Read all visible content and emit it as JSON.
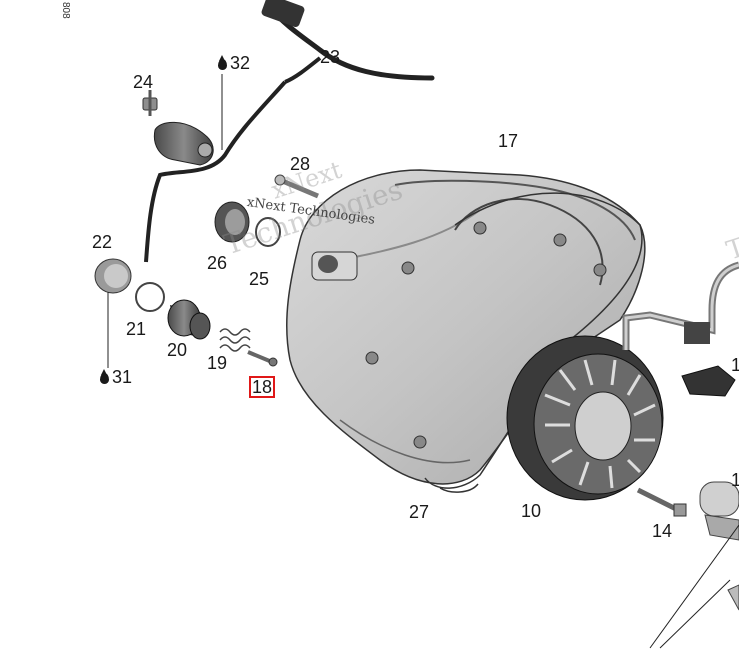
{
  "side_code": "808",
  "watermark": {
    "line1": "xNext",
    "line2": "Technologies",
    "inline": "xNext Technologies",
    "right_fragment": "T"
  },
  "callouts": {
    "c32": "32",
    "c23": "23",
    "c24": "24",
    "c17": "17",
    "c28": "28",
    "c22": "22",
    "c26": "26",
    "c25": "25",
    "c21": "21",
    "c20": "20",
    "c19": "19",
    "c31": "31",
    "c18": "18",
    "c27": "27",
    "c10": "10",
    "c14": "14",
    "c1a": "1",
    "c1b": "1"
  },
  "colors": {
    "highlight": "#e01818",
    "ink": "#1a1a1a"
  }
}
